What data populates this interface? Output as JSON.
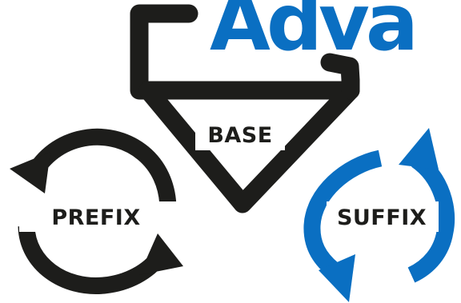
{
  "title": "Adva",
  "labels": {
    "base": "BASE",
    "prefix": "PREFIX",
    "suffix": "SUFFIX"
  },
  "colors": {
    "black": "#1d1d1b",
    "blue": "#0a6fc2",
    "background": "#ffffff"
  },
  "icons": {
    "bicycle": "bicycle-frame-icon",
    "prefix_cycle": "counter-rotating-arrows-icon",
    "suffix_cycle": "rotating-arrows-icon"
  }
}
